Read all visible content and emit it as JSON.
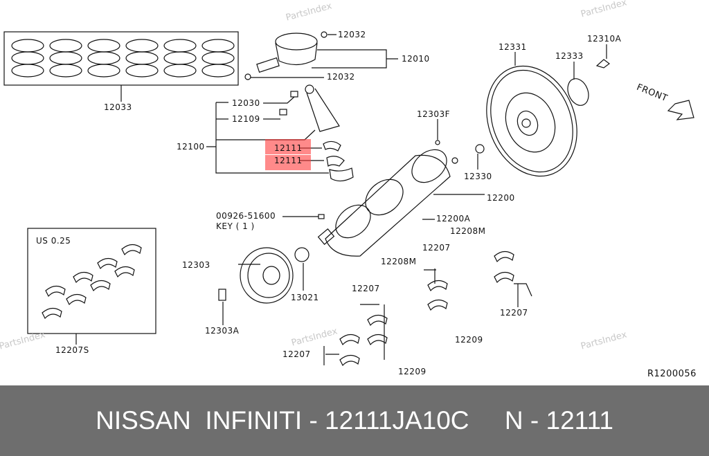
{
  "watermark": "PartsIndex",
  "diagram_id": "R1200056",
  "front_label": "FRONT",
  "kit_label": "US 0.25",
  "key_label": "KEY ( 1 )",
  "highlight_color": "#ff5a5a",
  "labels": {
    "p12032a": "12032",
    "p12010": "12010",
    "p12032b": "12032",
    "p12033": "12033",
    "p12030": "12030",
    "p12109": "12109",
    "p12100": "12100",
    "p12111a": "12111",
    "p12111b": "12111",
    "p12303F": "12303F",
    "p12331": "12331",
    "p12333": "12333",
    "p12310A": "12310A",
    "p12330": "12330",
    "p12200": "12200",
    "p12200A": "12200A",
    "p00926": "00926-51600",
    "p12303": "12303",
    "p13021": "13021",
    "p12303A": "12303A",
    "p12207S": "12207S",
    "p12208Ma": "12208M",
    "p12207a": "12207",
    "p12208Mb": "12208M",
    "p12207b": "12207",
    "p12207c": "12207",
    "p12209a": "12209",
    "p12207d": "12207",
    "p12209b": "12209"
  },
  "footer": {
    "text": "NISSAN  INFINITI - 12111JA10C     N - 12111"
  }
}
